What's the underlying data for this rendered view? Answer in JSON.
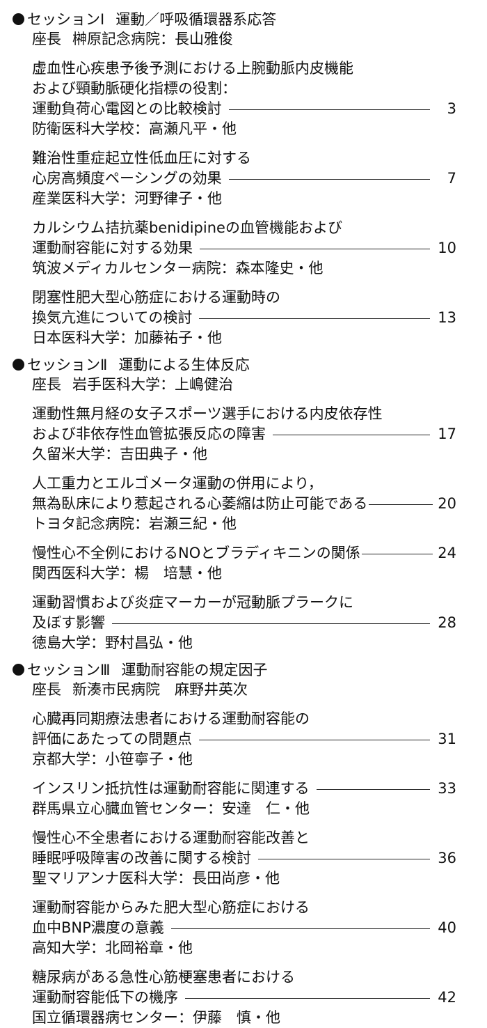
{
  "sessions": [
    {
      "label": "セッションⅠ",
      "title": "運動／呼吸循環器系応答",
      "chair_label": "座長",
      "chair_name": "榊原記念病院：長山雅俊",
      "entries": [
        {
          "lines": [
            "虚血性心疾患予後予測における上腕動脈内皮機能",
            "および頸動脈硬化指標の役割：",
            "運動負荷心電図との比較検討"
          ],
          "page": "3",
          "author": "防衛医科大学校：高瀬凡平・他"
        },
        {
          "lines": [
            "難治性重症起立性低血圧に対する",
            "心房高頻度ペーシングの効果"
          ],
          "page": "7",
          "author": "産業医科大学：河野律子・他"
        },
        {
          "lines": [
            "カルシウム拮抗薬benidipineの血管機能および",
            "運動耐容能に対する効果"
          ],
          "page": "10",
          "author": "筑波メディカルセンター病院：森本隆史・他"
        },
        {
          "lines": [
            "閉塞性肥大型心筋症における運動時の",
            "換気亢進についての検討"
          ],
          "page": "13",
          "author": "日本医科大学：加藤祐子・他"
        }
      ]
    },
    {
      "label": "セッションⅡ",
      "title": "運動による生体反応",
      "chair_label": "座長",
      "chair_name": "岩手医科大学：上嶋健治",
      "entries": [
        {
          "lines": [
            "運動性無月経の女子スポーツ選手における内皮依存性",
            "および非依存性血管拡張反応の障害"
          ],
          "page": "17",
          "author": "久留米大学：吉田典子・他"
        },
        {
          "lines": [
            "人工重力とエルゴメータ運動の併用により，",
            "無為臥床により惹起される心萎縮は防止可能である"
          ],
          "page": "20",
          "author": "トヨタ記念病院：岩瀬三紀・他",
          "tight": true
        },
        {
          "lines": [
            "慢性心不全例におけるNOとブラディキニンの関係"
          ],
          "page": "24",
          "author": "関西医科大学：楊　培慧・他",
          "tight": true
        },
        {
          "lines": [
            "運動習慣および炎症マーカーが冠動脈プラークに",
            "及ぼす影響"
          ],
          "page": "28",
          "author": "徳島大学：野村昌弘・他"
        }
      ]
    },
    {
      "label": "セッションⅢ",
      "title": "運動耐容能の規定因子",
      "chair_label": "座長",
      "chair_name": "新湊市民病院　麻野井英次",
      "entries": [
        {
          "lines": [
            "心臓再同期療法患者における運動耐容能の",
            "評価にあたっての問題点"
          ],
          "page": "31",
          "author": "京都大学：小笹寧子・他"
        },
        {
          "lines": [
            "インスリン抵抗性は運動耐容能に関連する"
          ],
          "page": "33",
          "author": "群馬県立心臓血管センター：安達　仁・他"
        },
        {
          "lines": [
            "慢性心不全患者における運動耐容能改善と",
            "睡眠呼吸障害の改善に関する検討"
          ],
          "page": "36",
          "author": "聖マリアンナ医科大学：長田尚彦・他"
        },
        {
          "lines": [
            "運動耐容能からみた肥大型心筋症における",
            "血中BNP濃度の意義"
          ],
          "page": "40",
          "author": "高知大学：北岡裕章・他"
        },
        {
          "lines": [
            "糖尿病がある急性心筋梗塞患者における",
            "運動耐容能低下の機序"
          ],
          "page": "42",
          "author": "国立循環器病センター：伊藤　慎・他"
        }
      ]
    }
  ]
}
